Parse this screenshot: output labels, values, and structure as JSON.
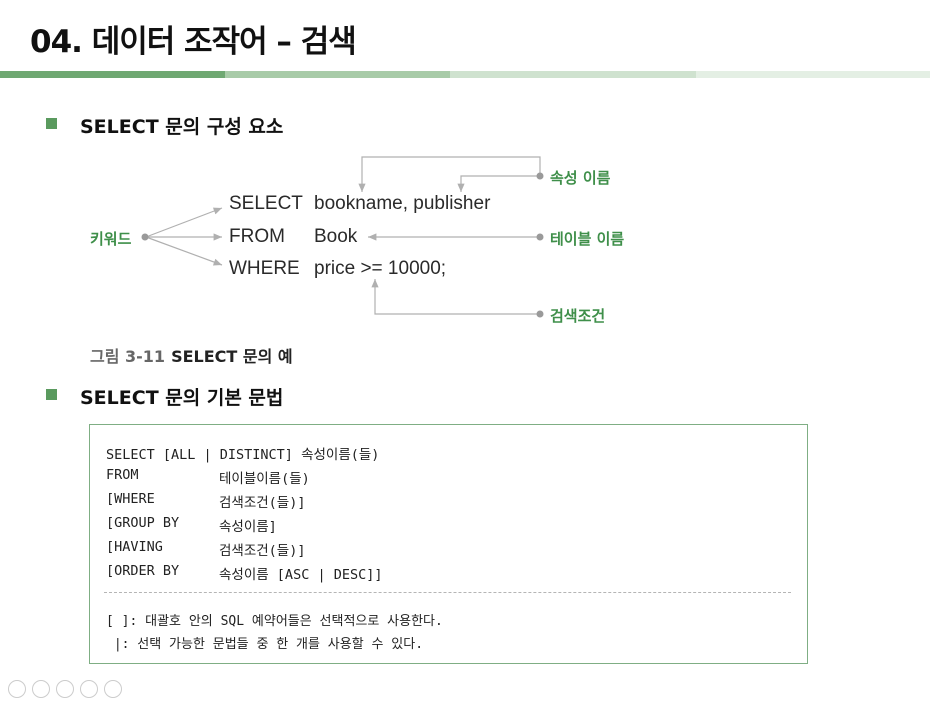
{
  "title": "04. 데이터 조작어 – 검색",
  "section1": {
    "heading": "SELECT 문의 구성 요소"
  },
  "diagram": {
    "keyword_label": "키워드",
    "kw_select": "SELECT",
    "kw_from": "FROM",
    "kw_where": "WHERE",
    "val_select": "bookname, publisher",
    "val_from": "Book",
    "val_where": "price >= 10000;",
    "attr_label": "속성 이름",
    "table_label": "테이블 이름",
    "cond_label": "검색조건"
  },
  "caption": {
    "number": "그림 3-11",
    "text": "SELECT 문의 예"
  },
  "section2": {
    "heading": "SELECT 문의 기본 문법"
  },
  "syntax": {
    "lines": [
      {
        "kw": "SELECT [ALL | DISTINCT] 속성이름(들)",
        "val": ""
      },
      {
        "kw": "FROM",
        "val": "테이블이름(들)"
      },
      {
        "kw": "[WHERE",
        "val": "검색조건(들)]"
      },
      {
        "kw": "[GROUP BY",
        "val": "속성이름]"
      },
      {
        "kw": "[HAVING",
        "val": "검색조건(들)]"
      },
      {
        "kw": "[ORDER BY",
        "val": "속성이름 [ASC | DESC]]"
      }
    ],
    "notes": [
      "[ ]: 대괄호 안의 SQL 예약어들은 선택적으로 사용한다.",
      " |: 선택 가능한 문법들 중 한 개를 사용할 수 있다."
    ]
  },
  "colors": {
    "accent_green": "#3f8f4a",
    "bullet_green": "#5a9a5e",
    "box_border": "#7fae84"
  }
}
